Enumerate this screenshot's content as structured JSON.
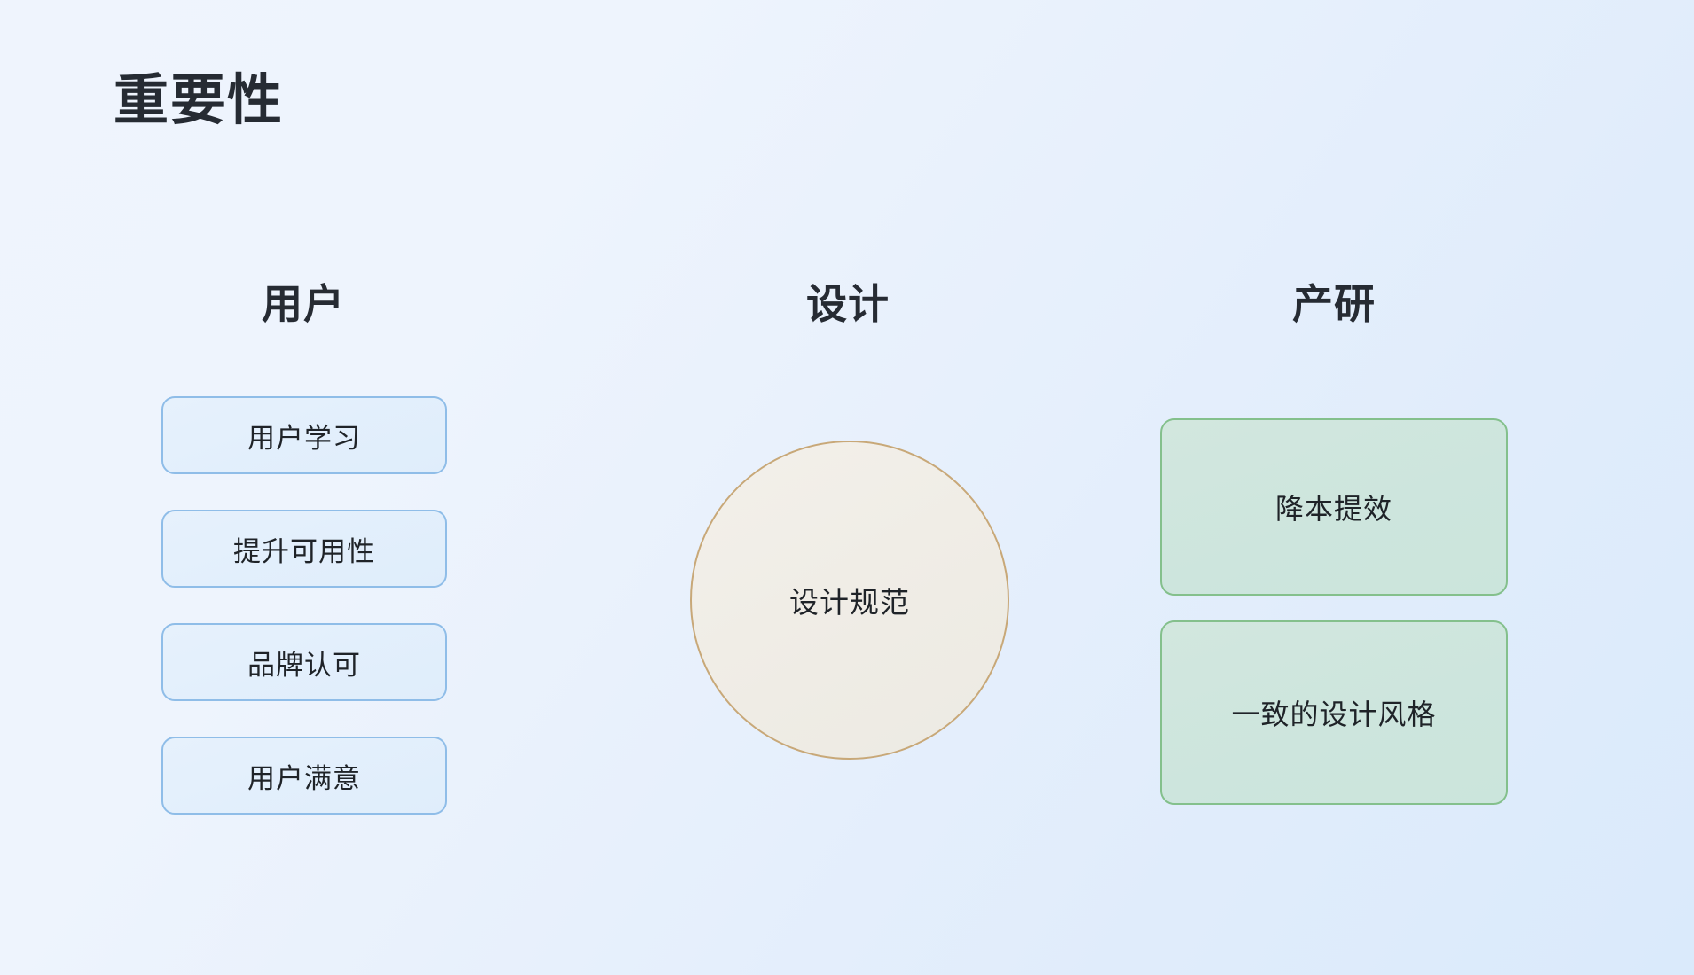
{
  "slide": {
    "title": "重要性",
    "background_start": "#eff4fd",
    "background_end": "#daeafb"
  },
  "columns": {
    "user": {
      "header": "用户",
      "accent_border": "#8fbde8",
      "accent_fill": "#e3f0fb",
      "items": [
        {
          "label": "用户学习"
        },
        {
          "label": "提升可用性"
        },
        {
          "label": "品牌认可"
        },
        {
          "label": "用户满意"
        }
      ]
    },
    "design": {
      "header": "设计",
      "accent_border": "#c8a878",
      "accent_fill": "#f0ede6",
      "center_label": "设计规范"
    },
    "product": {
      "header": "产研",
      "accent_border": "#84c08c",
      "accent_fill": "#cde5dd",
      "items": [
        {
          "label": "降本提效"
        },
        {
          "label": "一致的设计风格"
        }
      ]
    }
  }
}
